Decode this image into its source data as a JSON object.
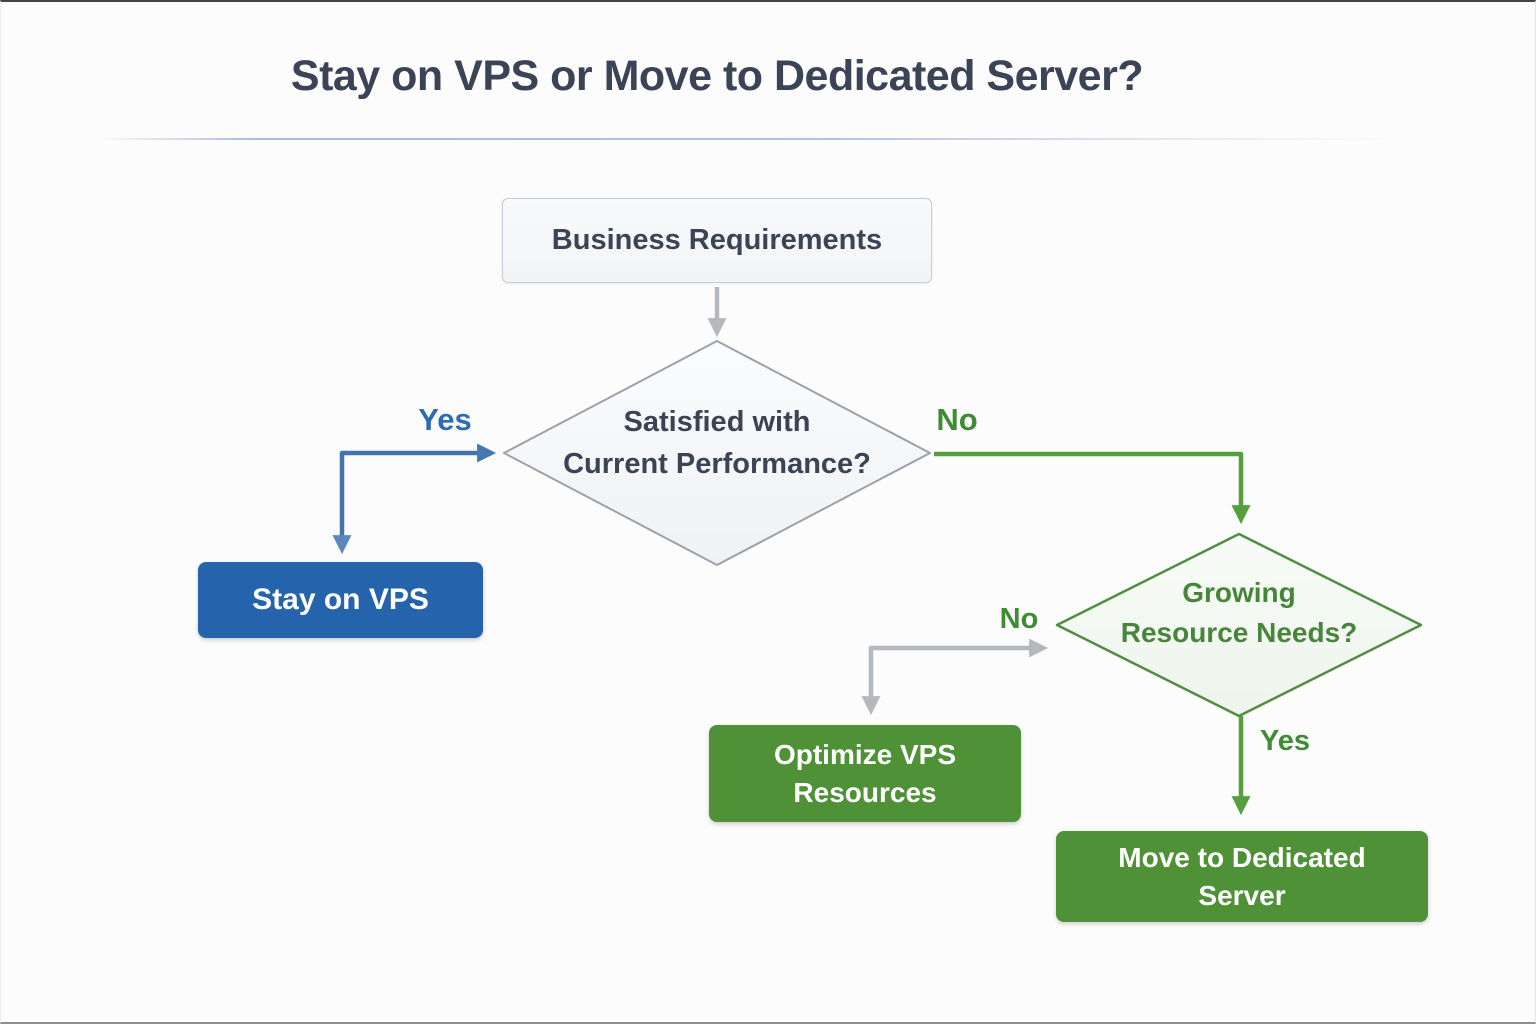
{
  "header": {
    "title": "Stay on VPS or Move to Dedicated Server?"
  },
  "flow": {
    "business": {
      "label": "Business Requirements"
    },
    "satisfied": {
      "line1": "Satisfied with",
      "line2": "Current Performance?"
    },
    "stay": {
      "label": "Stay on VPS"
    },
    "growing": {
      "line1": "Growing",
      "line2": "Resource Needs?"
    },
    "optimize": {
      "line1": "Optimize VPS",
      "line2": "Resources"
    },
    "move": {
      "line1": "Move to Dedicated",
      "line2": "Server"
    },
    "labels": {
      "yes1": "Yes",
      "no1": "No",
      "no2": "No",
      "yes2": "Yes"
    }
  },
  "palette": {
    "blue_box": "#2564ad",
    "green_box": "#4e9136",
    "blue_line": "#4273ad",
    "green_line": "#55a03d",
    "gray_line": "#b4b9be",
    "dark_text": "#3b4356",
    "green_text": "#3f8c35",
    "blue_text": "#2e6bb2",
    "divider_blue": "#8099c8"
  }
}
